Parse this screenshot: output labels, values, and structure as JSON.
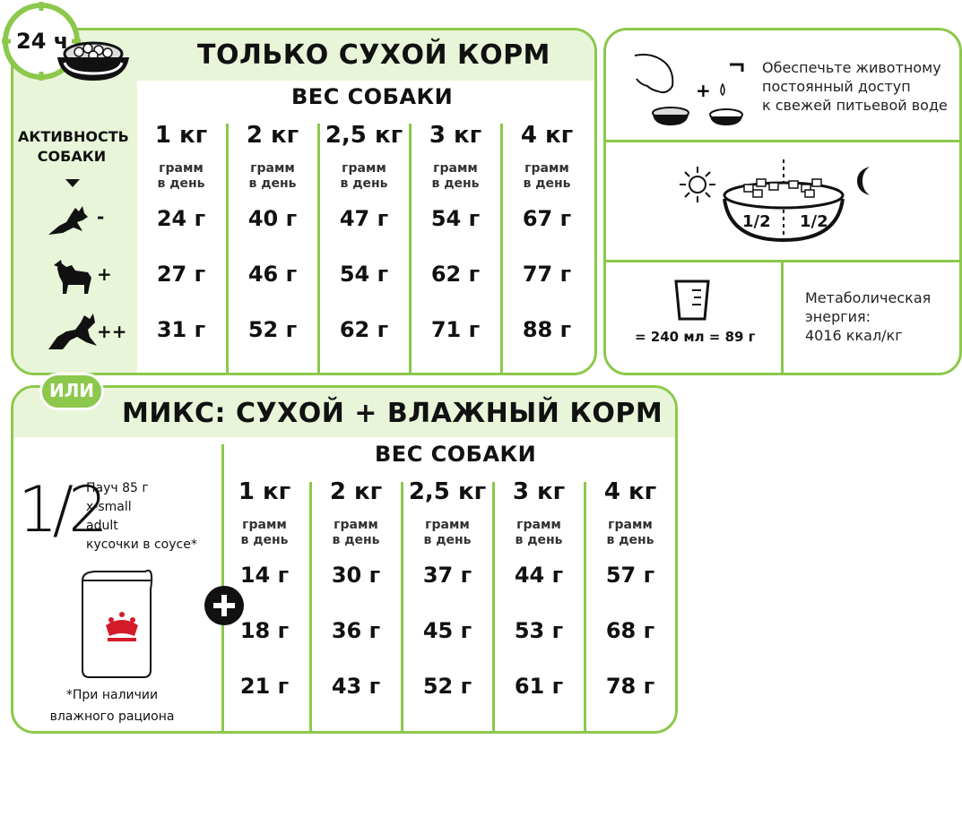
{
  "dry": {
    "badge_time": "24 ч",
    "title": "ТОЛЬКО СУХОЙ КОРМ",
    "weight_header": "ВЕС СОБАКИ",
    "activity_label_1": "АКТИВНОСТЬ",
    "activity_label_2": "СОБАКИ",
    "weights": [
      "1 кг",
      "2 кг",
      "2,5 кг",
      "3 кг",
      "4 кг"
    ],
    "unit_line1": "грамм",
    "unit_line2": "в день",
    "activity_levels": [
      "-",
      "+",
      "++"
    ],
    "rows": [
      [
        "24 г",
        "40 г",
        "47 г",
        "54 г",
        "67 г"
      ],
      [
        "27 г",
        "46 г",
        "54 г",
        "62 г",
        "77 г"
      ],
      [
        "31 г",
        "52 г",
        "62 г",
        "71 г",
        "88 г"
      ]
    ]
  },
  "info": {
    "water_text": [
      "Обеспечьте животному",
      "постоянный доступ",
      "к свежей питьевой воде"
    ],
    "half_left": "1/2",
    "half_right": "1/2",
    "cup_text": "= 240 мл = 89 г",
    "energy_text": [
      "Метаболическая",
      "энергия:",
      "4016 ккал/кг"
    ]
  },
  "mix": {
    "or_badge": "ИЛИ",
    "title": "МИКС: СУХОЙ + ВЛАЖНЫЙ КОРМ",
    "weight_header": "ВЕС СОБАКИ",
    "half": "1/2",
    "pouch_lines": [
      "Пауч 85 г",
      "x-small",
      "adult",
      "кусочки в соусе*"
    ],
    "footnote": [
      "*При наличии",
      "влажного рациона"
    ],
    "weights": [
      "1 кг",
      "2 кг",
      "2,5 кг",
      "3 кг",
      "4 кг"
    ],
    "unit_line1": "грамм",
    "unit_line2": "в день",
    "rows": [
      [
        "14 г",
        "30 г",
        "37 г",
        "44 г",
        "57 г"
      ],
      [
        "18 г",
        "36 г",
        "45 г",
        "53 г",
        "68 г"
      ],
      [
        "21 г",
        "43 г",
        "52 г",
        "61 г",
        "78 г"
      ]
    ]
  },
  "colors": {
    "accent": "#8cc84b",
    "header_bg": "#e9f5d9",
    "text": "#111111"
  }
}
